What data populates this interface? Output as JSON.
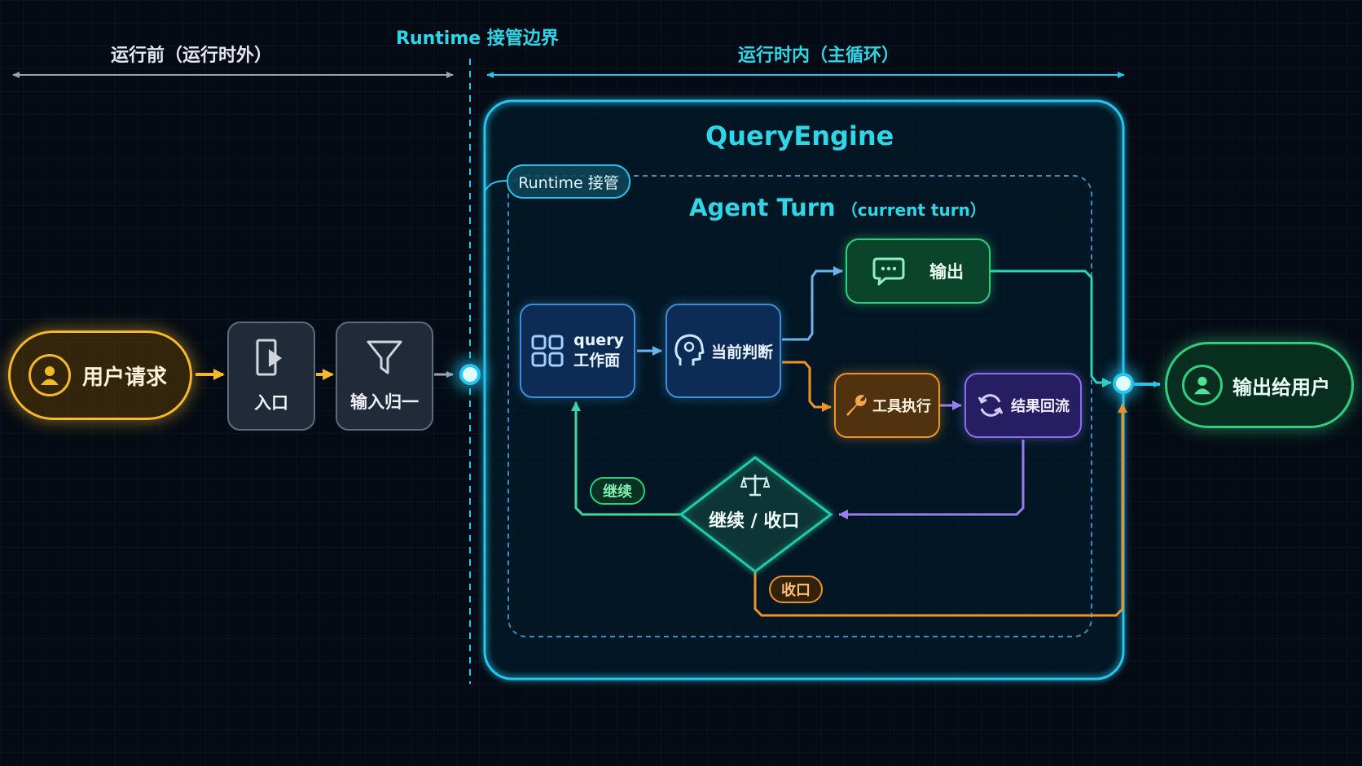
{
  "header": {
    "before_runtime": "运行前（运行时外）",
    "boundary": "Runtime 接管边界",
    "in_runtime": "运行时内（主循环）"
  },
  "engine": {
    "title": "QueryEngine",
    "takeover_tag": "Runtime 接管",
    "agent_turn_title": "Agent Turn",
    "agent_turn_sub": "（current turn）"
  },
  "nodes": {
    "user_request": "用户请求",
    "entry": "入口",
    "normalize": "输入归一",
    "query_workspace_1": "query",
    "query_workspace_2": "工作面",
    "judge": "当前判断",
    "output": "输出",
    "tool_exec": "工具执行",
    "result_return": "结果回流",
    "decision": "继续 / 收口",
    "output_to_user": "输出给用户"
  },
  "edge_labels": {
    "continue": "继续",
    "close": "收口"
  },
  "colors": {
    "cyan": "#23c6f0",
    "yellow": "#f5b82a",
    "orange": "#f0922a",
    "green": "#2fcf7e",
    "purple": "#8b6ff0",
    "blue": "#3d8ed9",
    "teal": "#24c9a8"
  },
  "icons": [
    "user-icon",
    "entry-door-icon",
    "funnel-icon",
    "grid-icon",
    "brain-head-icon",
    "chat-bubble-icon",
    "wrench-icon",
    "refresh-icon",
    "balance-scale-icon"
  ]
}
